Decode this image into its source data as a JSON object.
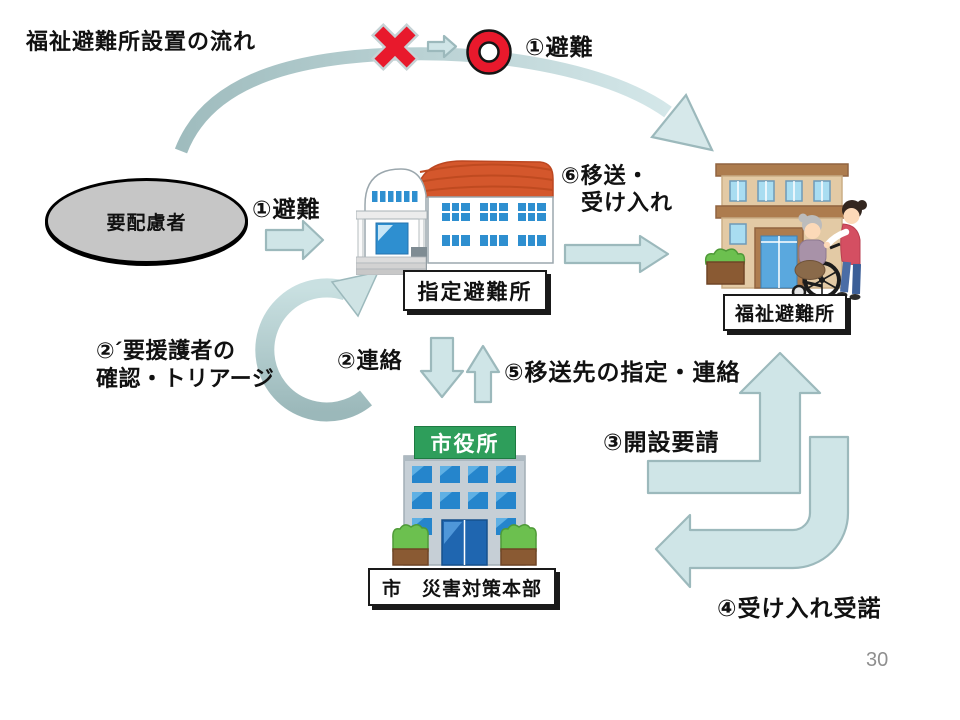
{
  "slide": {
    "title": "福祉避難所設置の流れ",
    "page_number": "30"
  },
  "legend": {
    "ng_mark": "x-mark-red",
    "ok_mark": "o-mark-red",
    "label": "①避難"
  },
  "nodes": {
    "evacuees": {
      "label": "要配慮者"
    },
    "designated_shelter": {
      "label": "指定避難所"
    },
    "welfare_shelter": {
      "label": "福祉避難所"
    },
    "city_hq": {
      "label": "市　災害対策本部",
      "building_sign": "市役所"
    }
  },
  "flows": {
    "f1": {
      "label": "①避難"
    },
    "f2": {
      "label": "②連絡"
    },
    "f2dash": {
      "line1": "②´要援護者の",
      "line2": "確認・トリアージ"
    },
    "f3": {
      "label": "③開設要請"
    },
    "f4": {
      "label": "④受け入れ受諾"
    },
    "f5": {
      "label": "⑤移送先の指定・連絡"
    },
    "f6": {
      "line1": "⑥移送・",
      "line2": "受け入れ"
    }
  },
  "colors": {
    "arrow_fill": "#cfe5e7",
    "arrow_outline": "#9cb9bc",
    "arc_shaft_dark": "#9fbcbe",
    "mark_red": "#e8192c",
    "ellipse_gray": "#c6c6c6",
    "sign_green": "#2e9e5b",
    "gym_roof_orange": "#d4572c",
    "window_blue": "#2e8fd0",
    "welfare_tan": "#e3caa5",
    "cityhall_gray": "#c6cfd6"
  }
}
